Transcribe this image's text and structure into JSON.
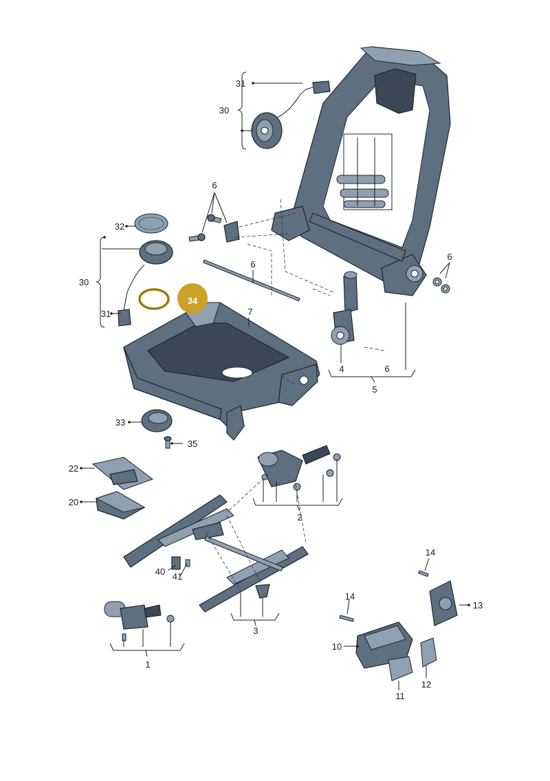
{
  "diagram": {
    "highlight": {
      "label": "34",
      "fill": "#c9a227",
      "text_color": "#ffffff"
    },
    "colors": {
      "part": "#5e6f80",
      "part_light": "#8fa0b0",
      "part_dark": "#3b4756",
      "ring": "#e8c89a"
    },
    "labels": {
      "l31a": "31",
      "l30a": "30",
      "l6a": "6",
      "l6b": "6",
      "l6c": "6",
      "l6d": "6",
      "l32": "32",
      "l30b": "30",
      "l31b": "31",
      "l7": "7",
      "l4": "4",
      "l5": "5",
      "l33": "33",
      "l35": "35",
      "l22": "22",
      "l20": "20",
      "l2": "2",
      "l40": "40",
      "l41": "41",
      "l3": "3",
      "l1": "1",
      "l14a": "14",
      "l13": "13",
      "l14b": "14",
      "l10": "10",
      "l12": "12",
      "l11": "11"
    }
  }
}
